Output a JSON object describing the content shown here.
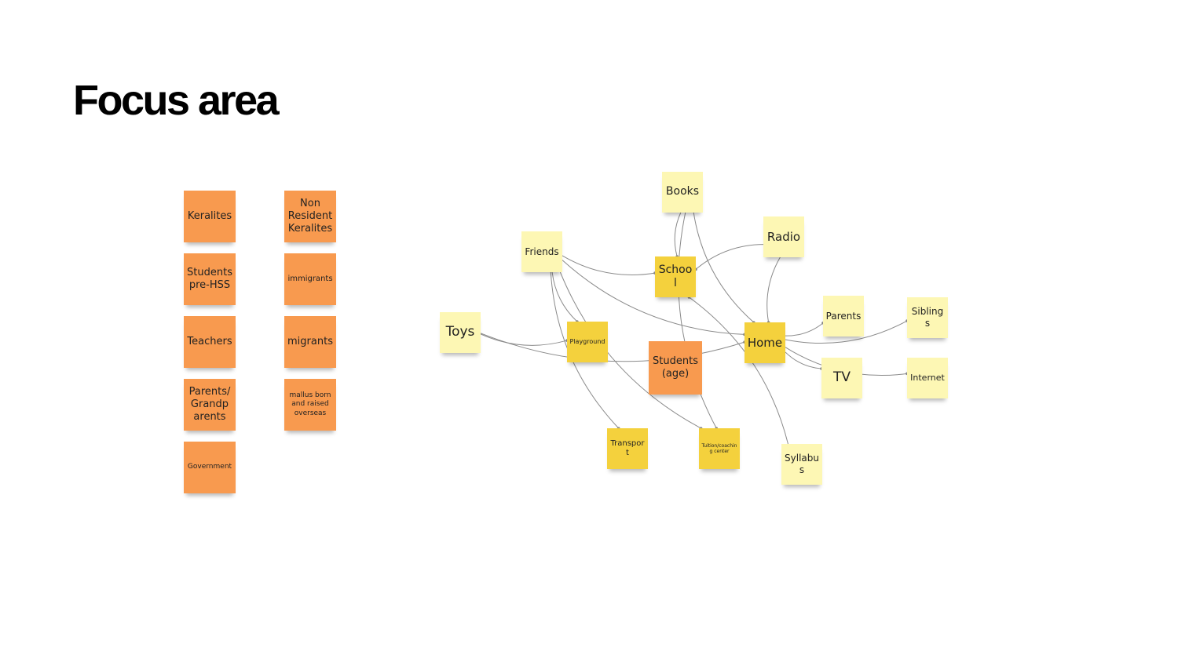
{
  "title": "Focus area",
  "colors": {
    "orange": "#f89a4f",
    "gold": "#f4d13d",
    "light_yellow": "#fdf7b4",
    "connector": "#8a8a8a"
  },
  "notes": {
    "keralites": "Keralites",
    "students_prehss": "Students pre-HSS",
    "teachers": "Teachers",
    "parents_grandparents": "Parents/ Grandp arents",
    "government": "Government",
    "non_resident_keralites": "Non Resident Keralites",
    "immigrants": "immigrants",
    "migrants": "migrants",
    "mallus_overseas": "mallus born and raised overseas",
    "books": "Books",
    "radio": "Radio",
    "friends": "Friends",
    "school": "School",
    "toys": "Toys",
    "playground": "Playground",
    "home": "Home",
    "students_age": "Students (age)",
    "parents": "Parents",
    "siblings": "Siblings",
    "tv": "TV",
    "internet": "Internet",
    "transport": "Transport",
    "tuition": "Tuition/coaching center",
    "syllabus": "Syllabus"
  },
  "connections": [
    [
      "books",
      "school"
    ],
    [
      "books",
      "home"
    ],
    [
      "books",
      "tuition"
    ],
    [
      "radio",
      "school"
    ],
    [
      "radio",
      "home"
    ],
    [
      "friends",
      "school"
    ],
    [
      "friends",
      "playground"
    ],
    [
      "friends",
      "transport"
    ],
    [
      "friends",
      "tuition"
    ],
    [
      "friends",
      "home"
    ],
    [
      "toys",
      "home"
    ],
    [
      "toys",
      "playground"
    ],
    [
      "home",
      "parents"
    ],
    [
      "home",
      "siblings"
    ],
    [
      "home",
      "tv"
    ],
    [
      "home",
      "internet"
    ],
    [
      "syllabus",
      "school"
    ]
  ]
}
